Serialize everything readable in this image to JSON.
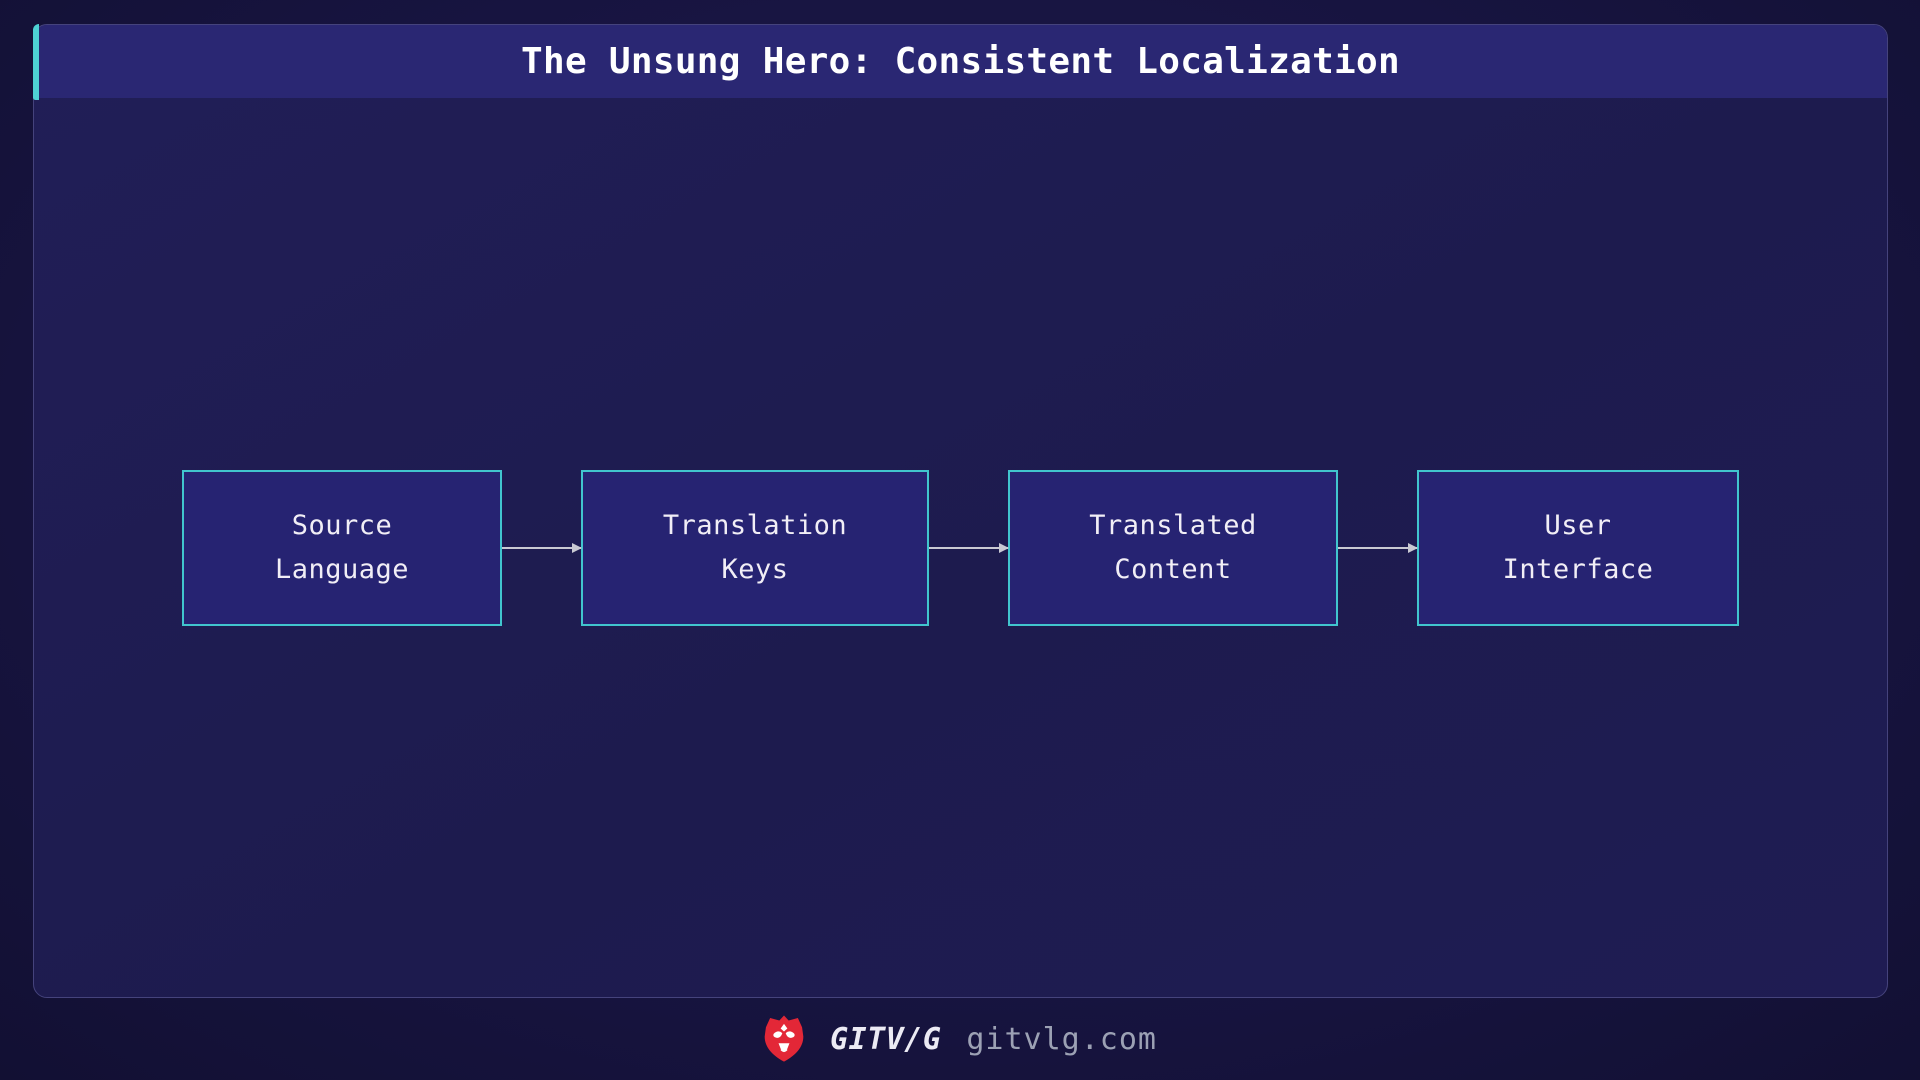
{
  "header": {
    "title": "The Unsung Hero: Consistent Localization"
  },
  "diagram": {
    "type": "flowchart-left-to-right",
    "nodes": [
      {
        "lines": [
          "Source",
          "Language"
        ]
      },
      {
        "lines": [
          "Translation",
          "Keys"
        ]
      },
      {
        "lines": [
          "Translated",
          "Content"
        ]
      },
      {
        "lines": [
          "User",
          "Interface"
        ]
      }
    ],
    "connections": [
      {
        "from": "Source Language",
        "to": "Translation Keys"
      },
      {
        "from": "Translation Keys",
        "to": "Translated Content"
      },
      {
        "from": "Translated Content",
        "to": "User Interface"
      }
    ]
  },
  "footer": {
    "logo": "lion-icon",
    "brand": "GITV/G",
    "domain": "gitvlg.com"
  },
  "colors": {
    "page_background": "#141238",
    "panel_background": "#1f1d52",
    "panel_border": "#45437c",
    "header_background": "#2a2773",
    "accent_cyan": "#4ed2d4",
    "node_fill": "#262372",
    "node_border": "#41c5ce",
    "node_text": "#f1eef6",
    "title_text": "#ffffff",
    "arrow": "#c9c9d2",
    "brand_red": "#e32737",
    "brand_text": "#ecebf4",
    "domain_text": "#9ca1b4"
  }
}
